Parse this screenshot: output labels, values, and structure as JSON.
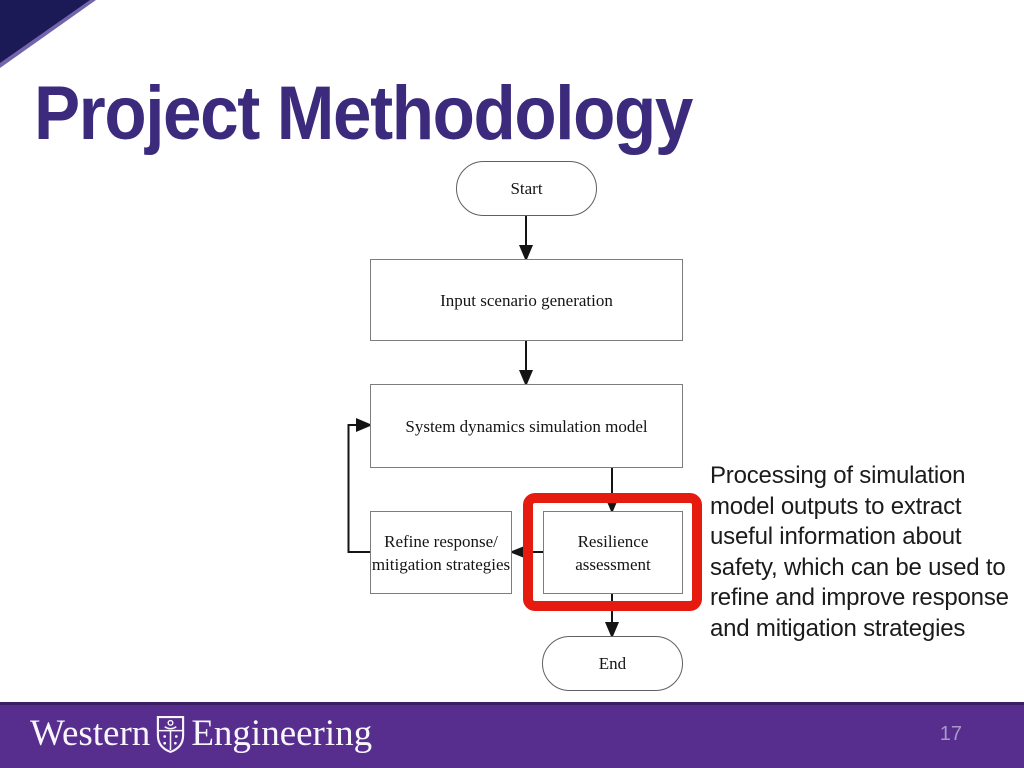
{
  "slide": {
    "title": "Project Methodology"
  },
  "flowchart": {
    "start": "Start",
    "input": "Input scenario generation",
    "system": "System dynamics simulation model",
    "refine": [
      "Refine response/",
      "mitigation strategies"
    ],
    "resilience": [
      "Resilience",
      "assessment"
    ],
    "end": "End",
    "highlight_color": "#e51b10"
  },
  "annotation": {
    "lines": [
      "Processing of simulation",
      "model outputs to extract",
      "useful information about",
      "safety, which can be used to",
      "refine and improve response",
      "and mitigation strategies"
    ]
  },
  "footer": {
    "brand_western": "Western",
    "brand_engineering": "Engineering",
    "page_number": "17"
  },
  "colors": {
    "title_purple": "#3c2b7d",
    "footer_purple": "#572e8e",
    "footer_edge": "#3a2060",
    "highlight_red": "#e51b10",
    "page_number_text": "#a79ac6",
    "corner_navy": "#1b1956",
    "corner_edge_purple": "#7265ab"
  }
}
